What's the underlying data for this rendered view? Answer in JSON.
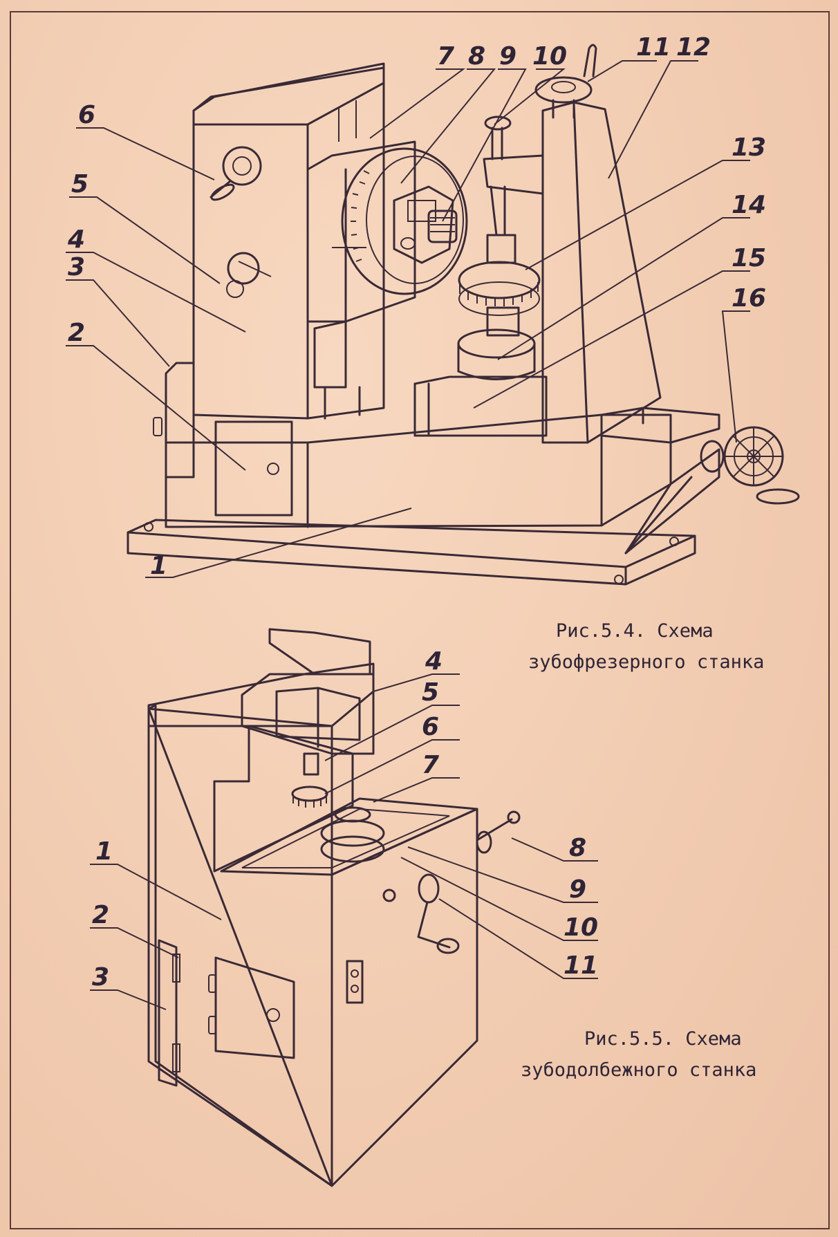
{
  "figures": [
    {
      "caption_line1": "Рис.5.4. Схема",
      "caption_line2": "зубофрезерного станка",
      "labels": [
        "1",
        "2",
        "3",
        "4",
        "5",
        "6",
        "7",
        "8",
        "9",
        "10",
        "11",
        "12",
        "13",
        "14",
        "15",
        "16"
      ]
    },
    {
      "caption_line1": "Рис.5.5. Схема",
      "caption_line2": "зубодолбежного станка",
      "labels": [
        "1",
        "2",
        "3",
        "4",
        "5",
        "6",
        "7",
        "8",
        "9",
        "10",
        "11"
      ]
    }
  ],
  "colors": {
    "paper": "#f3cfb3",
    "ink": "#3a2a36"
  }
}
